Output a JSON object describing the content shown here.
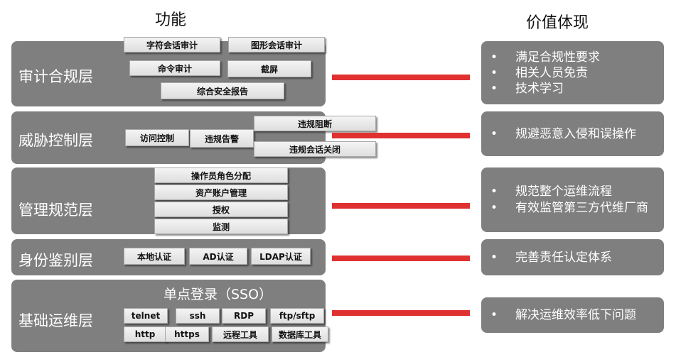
{
  "headers": {
    "function": "功能",
    "value": "价值体现"
  },
  "layers": [
    {
      "name": "审计合规层",
      "chips": [
        "字符会话审计",
        "图形会话审计",
        "命令审计",
        "截屏",
        "综合安全报告"
      ],
      "values": [
        "满足合规性要求",
        "相关人员免责",
        "技术学习"
      ]
    },
    {
      "name": "威胁控制层",
      "chips": [
        "访问控制",
        "违规告警",
        "违规阻断",
        "违规会话关闭"
      ],
      "values": [
        "规避恶意入侵和误操作"
      ]
    },
    {
      "name": "管理规范层",
      "chips": [
        "操作员角色分配",
        "资产账户管理",
        "授权",
        "监测"
      ],
      "values": [
        "规范整个运维流程",
        "有效监管第三方代维厂商"
      ]
    },
    {
      "name": "身份鉴别层",
      "chips": [
        "本地认证",
        "AD认证",
        "LDAP认证"
      ],
      "values": [
        "完善责任认定体系"
      ]
    },
    {
      "name": "基础运维层",
      "subtitle": "单点登录（SSO）",
      "chips": [
        "telnet",
        "ssh",
        "RDP",
        "ftp/sftp",
        "http",
        "https",
        "远程工具",
        "数据库工具"
      ],
      "values": [
        "解决运维效率低下问题"
      ]
    }
  ],
  "colors": {
    "panel": "#7f7f7f",
    "connector": "#e03131",
    "chip": "#e8e8e8"
  }
}
